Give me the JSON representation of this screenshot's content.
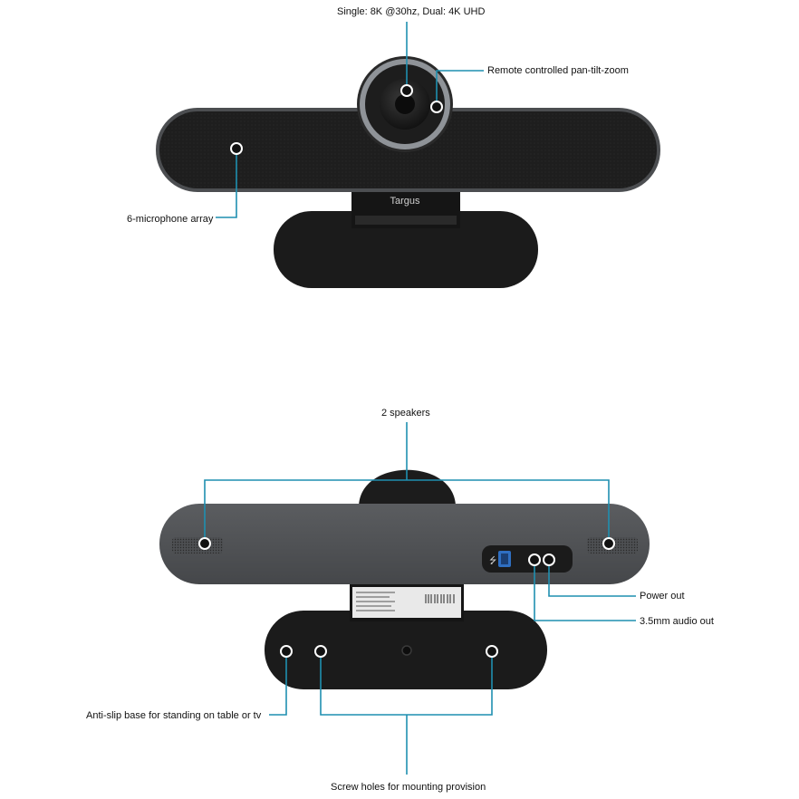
{
  "colors": {
    "callout": "#1f8fb0",
    "device_dark": "#1c1c1c",
    "device_grey": "#4d4f52",
    "background": "#ffffff"
  },
  "top_view": {
    "brand": "Targus",
    "callouts": {
      "resolution": "Single: 8K @30hz, Dual: 4K UHD",
      "ptz": "Remote controlled pan-tilt-zoom",
      "mics": "6-microphone array"
    }
  },
  "rear_view": {
    "callouts": {
      "speakers": "2 speakers",
      "power": "Power out",
      "audio": "3.5mm audio out",
      "antislip": "Anti-slip base for standing on table or tv",
      "screws": "Screw holes for mounting provision"
    }
  }
}
